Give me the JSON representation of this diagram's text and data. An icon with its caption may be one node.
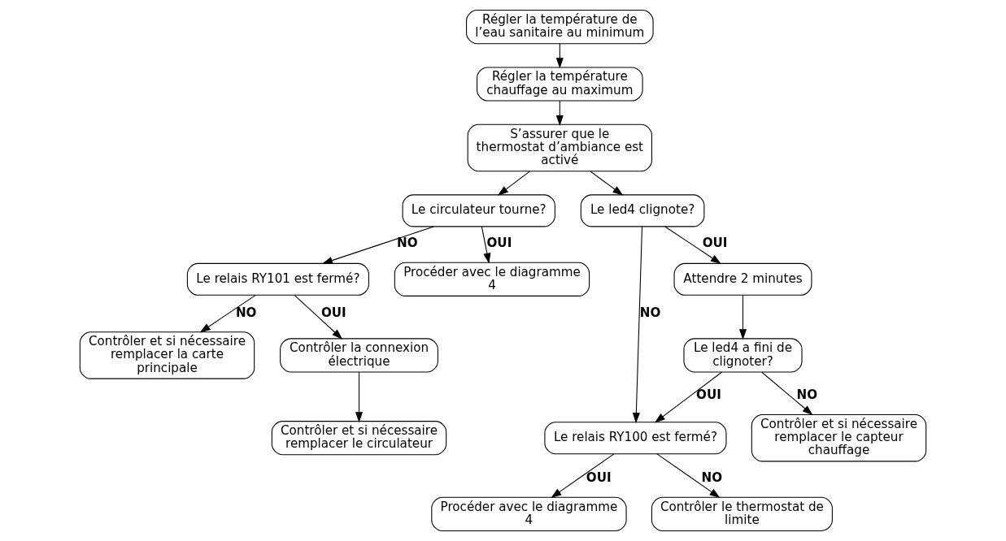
{
  "diagram": {
    "nodes": [
      {
        "text": [
          "Régler la température de l’eau sanitaire au minimum"
        ]
      },
      {
        "text": [
          "Régler la température chauffage au maximum"
        ]
      },
      {
        "text": [
          "S’assurer que le thermostat d’ambiance est activé"
        ]
      },
      {
        "text": [
          "Le circulateur tourne?"
        ]
      },
      {
        "text": [
          "Le relais RY101 est fermé?"
        ]
      },
      {
        "text": [
          "Procéder avec le diagramme 4"
        ]
      },
      {
        "text": [
          "Contrôler et si nécessaire remplacer la carte principale"
        ]
      },
      {
        "text": [
          "Contrôler la connexion électrique"
        ]
      },
      {
        "text": [
          "Contrôler et si nécessaire remplacer le circulateur"
        ]
      },
      {
        "text": [
          "Le led4 clignote?"
        ]
      },
      {
        "text": [
          "Le relais RY100 est fermé?"
        ]
      },
      {
        "text": [
          "Attendre 2 minutes"
        ]
      },
      {
        "text": [
          "Procéder avec le diagramme 4"
        ]
      },
      {
        "text": [
          "Contrôler le thermostat de limite"
        ]
      },
      {
        "text": [
          "Le led4 a fini de clignoter?"
        ]
      },
      {
        "text": [
          "Contrôler et si nécessaire remplacer le capteur chauffage"
        ]
      }
    ],
    "edges": [
      {
        "from": 0,
        "to": 1,
        "arrow": "to"
      },
      {
        "from": 1,
        "to": 2,
        "arrow": "to"
      },
      {
        "from": 2,
        "to": 3,
        "arrow": "to"
      },
      {
        "from": 2,
        "to": 9,
        "arrow": "to"
      },
      {
        "from": 3,
        "to": 4,
        "label": "NO",
        "arrow": "to"
      },
      {
        "from": 3,
        "to": 5,
        "label": "OUI",
        "arrow": "to"
      },
      {
        "from": 4,
        "to": 6,
        "label": "NO",
        "arrow": "to"
      },
      {
        "from": 4,
        "to": 7,
        "label": "OUI",
        "arrow": "to"
      },
      {
        "from": 7,
        "to": 8,
        "arrow": "to"
      },
      {
        "from": 9,
        "to": 10,
        "label": "NO",
        "arrow": "to"
      },
      {
        "from": 9,
        "to": 11,
        "label": "OUI",
        "arrow": "to"
      },
      {
        "from": 14,
        "to": 10,
        "label": "OUI",
        "arrow": "to"
      },
      {
        "from": 10,
        "to": 12,
        "label": "OUI",
        "arrow": "to"
      },
      {
        "from": 10,
        "to": 13,
        "label": "NO",
        "arrow": "to"
      },
      {
        "from": 11,
        "to": 14,
        "arrow": "to"
      },
      {
        "from": 14,
        "to": 15,
        "label": "NO",
        "arrow": "to"
      }
    ]
  }
}
